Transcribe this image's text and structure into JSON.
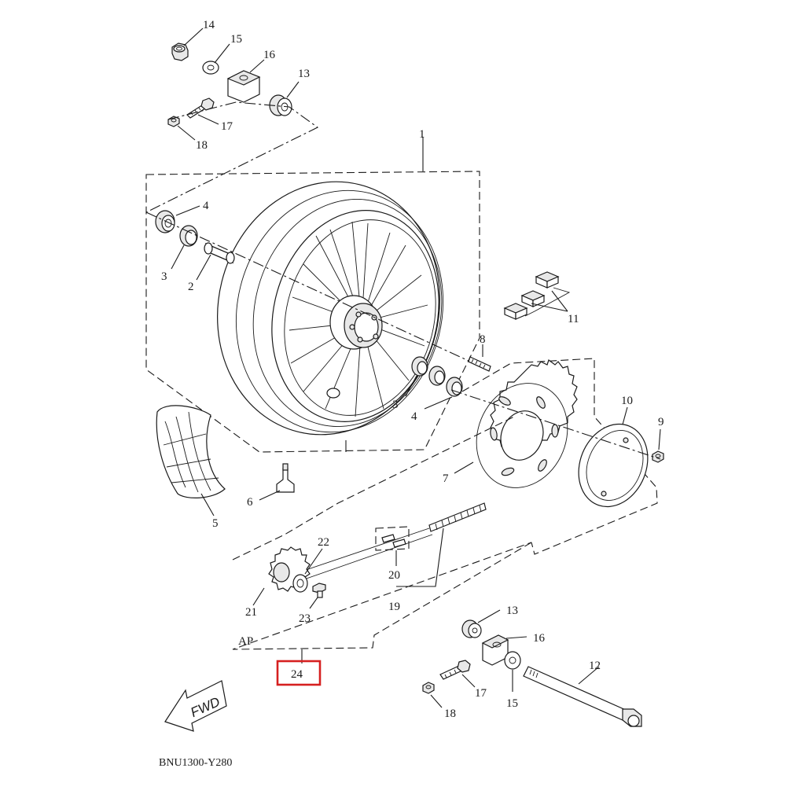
{
  "diagram": {
    "code": "BNU1300-Y280",
    "fwd_label": "FWD",
    "ap_label": "AP",
    "highlight_color": "#d62020",
    "callouts": [
      {
        "id": "c14a",
        "text": "14"
      },
      {
        "id": "c15a",
        "text": "15"
      },
      {
        "id": "c16a",
        "text": "16"
      },
      {
        "id": "c13a",
        "text": "13"
      },
      {
        "id": "c17a",
        "text": "17"
      },
      {
        "id": "c18a",
        "text": "18"
      },
      {
        "id": "c1",
        "text": "1"
      },
      {
        "id": "c4a",
        "text": "4"
      },
      {
        "id": "c3a",
        "text": "3"
      },
      {
        "id": "c2",
        "text": "2"
      },
      {
        "id": "c11",
        "text": "11"
      },
      {
        "id": "c8",
        "text": "8"
      },
      {
        "id": "c3b",
        "text": "3"
      },
      {
        "id": "c4b",
        "text": "4"
      },
      {
        "id": "c10",
        "text": "10"
      },
      {
        "id": "c9",
        "text": "9"
      },
      {
        "id": "c7",
        "text": "7"
      },
      {
        "id": "c6",
        "text": "6"
      },
      {
        "id": "c5",
        "text": "5"
      },
      {
        "id": "c22",
        "text": "22"
      },
      {
        "id": "c20",
        "text": "20"
      },
      {
        "id": "c19",
        "text": "19"
      },
      {
        "id": "c21",
        "text": "21"
      },
      {
        "id": "c23",
        "text": "23"
      },
      {
        "id": "c13b",
        "text": "13"
      },
      {
        "id": "c16b",
        "text": "16"
      },
      {
        "id": "c12",
        "text": "12"
      },
      {
        "id": "c17b",
        "text": "17"
      },
      {
        "id": "c15b",
        "text": "15"
      },
      {
        "id": "c18b",
        "text": "18"
      },
      {
        "id": "c24",
        "text": "24"
      }
    ]
  }
}
